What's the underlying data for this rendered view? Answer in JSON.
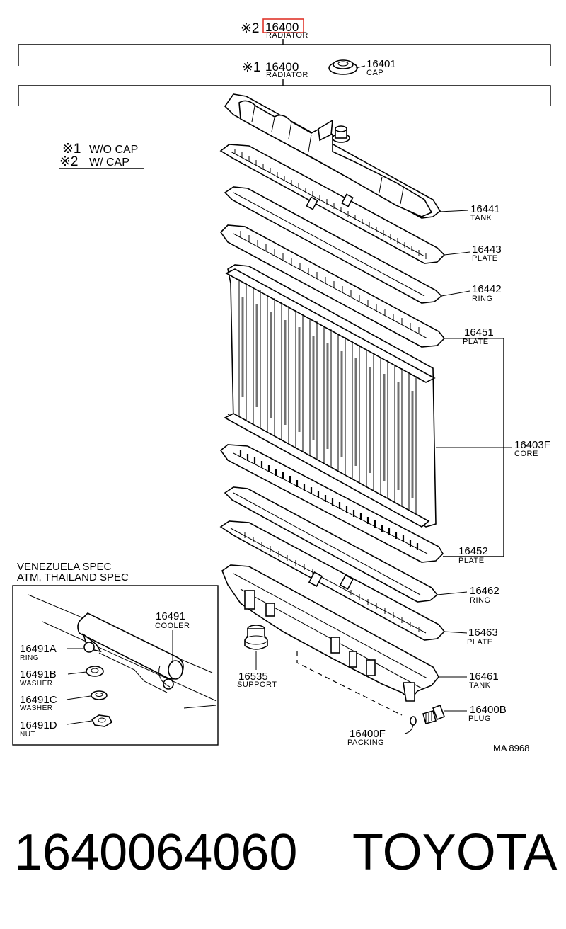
{
  "header": {
    "asm2_mark": "※2",
    "asm2_number": "16400",
    "asm2_name": "RADIATOR",
    "asm1_mark": "※1",
    "asm1_number": "16400",
    "asm1_name": "RADIATOR",
    "cap_number": "16401",
    "cap_name": "CAP",
    "highlight_color": "#e0352b"
  },
  "legend": [
    {
      "mark": "※1",
      "text": "W/O CAP"
    },
    {
      "mark": "※2",
      "text": "W/ CAP"
    }
  ],
  "parts": [
    {
      "number": "16441",
      "name": "TANK"
    },
    {
      "number": "16443",
      "name": "PLATE"
    },
    {
      "number": "16442",
      "name": "RING"
    },
    {
      "number": "16451",
      "name": "PLATE"
    },
    {
      "number": "16403F",
      "name": "CORE"
    },
    {
      "number": "16452",
      "name": "PLATE"
    },
    {
      "number": "16462",
      "name": "RING"
    },
    {
      "number": "16463",
      "name": "PLATE"
    },
    {
      "number": "16461",
      "name": "TANK"
    },
    {
      "number": "16400B",
      "name": "PLUG"
    },
    {
      "number": "16400F",
      "name": "PACKING"
    },
    {
      "number": "16535",
      "name": "SUPPORT"
    }
  ],
  "spec_box": {
    "title_line1": "VENEZUELA SPEC",
    "title_line2": "ATM, THAILAND SPEC",
    "parts": [
      {
        "number": "16491",
        "name": "COOLER"
      },
      {
        "number": "16491A",
        "name": "RING"
      },
      {
        "number": "16491B",
        "name": "WASHER"
      },
      {
        "number": "16491C",
        "name": "WASHER"
      },
      {
        "number": "16491D",
        "name": "NUT"
      }
    ]
  },
  "diagram_code": "MA 8968",
  "footer": {
    "part_number": "1640064060",
    "brand": "TOYOTA"
  }
}
